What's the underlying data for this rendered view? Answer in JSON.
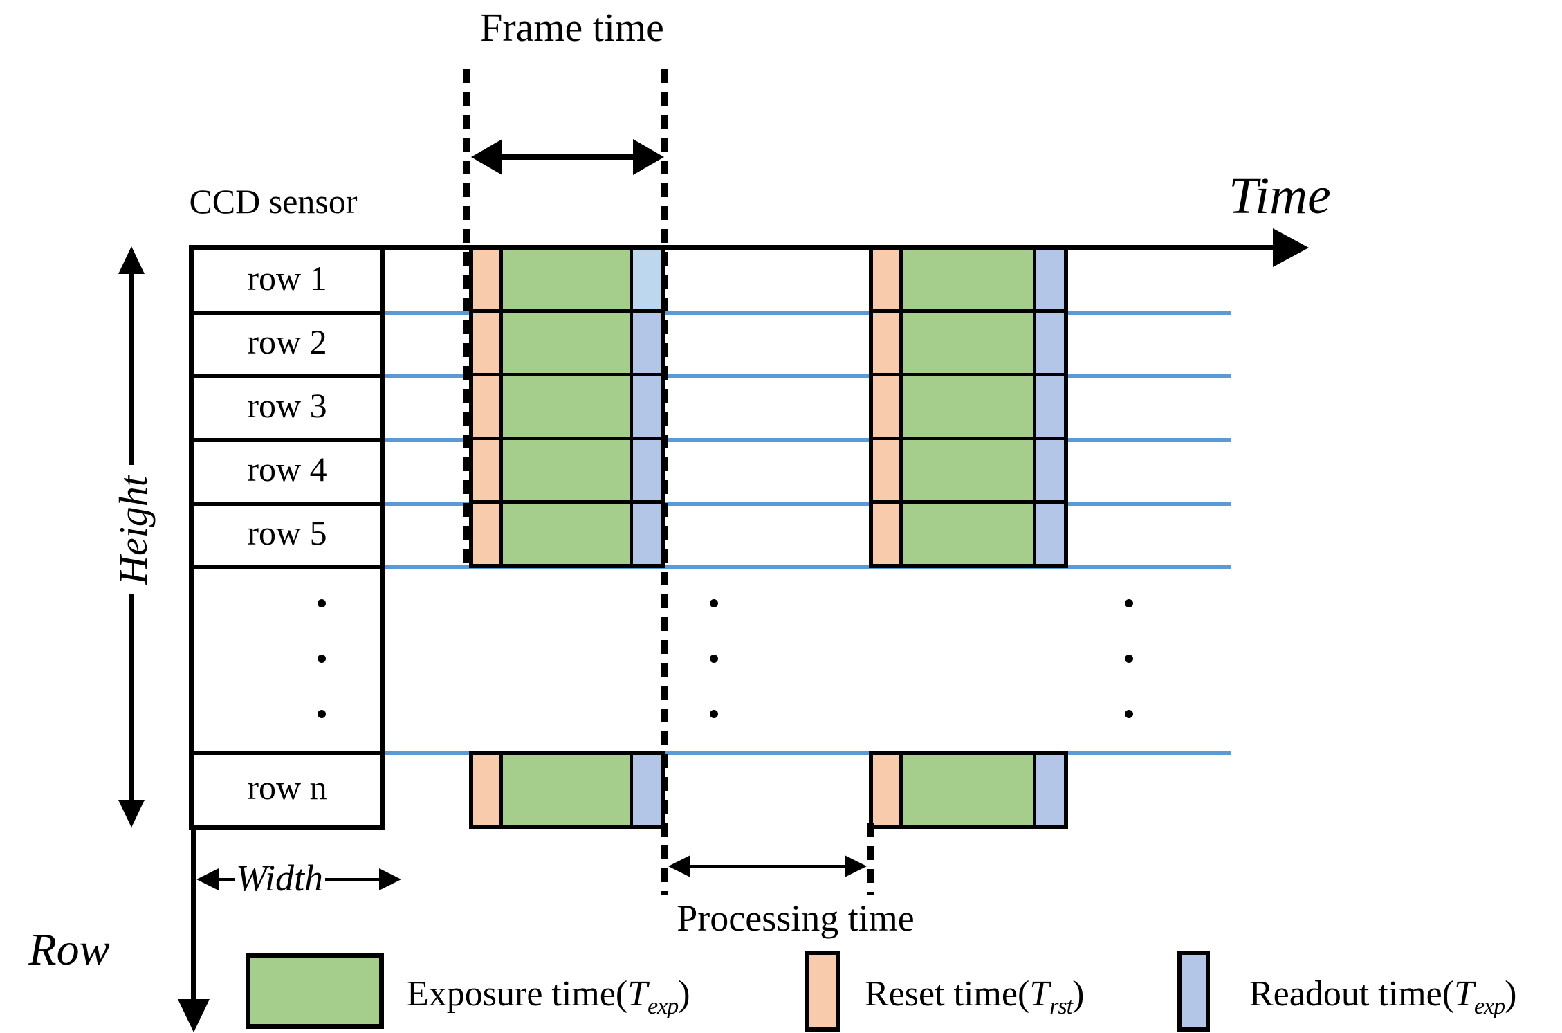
{
  "figure": {
    "frame_time_label": "Frame time",
    "time_axis_label": "Time",
    "sensor_label": "CCD sensor",
    "processing_time_label": "Processing time",
    "height_label": "Height",
    "width_label": "Width",
    "row_axis_label": "Row"
  },
  "sensor": {
    "rows": [
      {
        "label": "row 1"
      },
      {
        "label": "row 2"
      },
      {
        "label": "row 3"
      },
      {
        "label": "row 4"
      },
      {
        "label": "row 5"
      },
      {
        "label": "row n"
      }
    ]
  },
  "legend": {
    "items": [
      {
        "name": "exposure",
        "prefix": "Exposure time(",
        "symbol": "T",
        "subscript": "exp",
        "suffix": ")",
        "color": "#A5CE8C"
      },
      {
        "name": "reset",
        "prefix": "Reset time(",
        "symbol": "T",
        "subscript": "rst",
        "suffix": ")",
        "color": "#F8CBAD"
      },
      {
        "name": "readout",
        "prefix": "Readout time(",
        "symbol": "T",
        "subscript": "exp",
        "suffix": ")",
        "color": "#B3C6E7"
      }
    ]
  },
  "colors": {
    "exposure": "#A5CE8C",
    "reset": "#F8CBAD",
    "readout": "#B3C6E7",
    "readout_first": "#BDD7EE",
    "row_line": "#5B9BD5",
    "ink": "#000000"
  }
}
